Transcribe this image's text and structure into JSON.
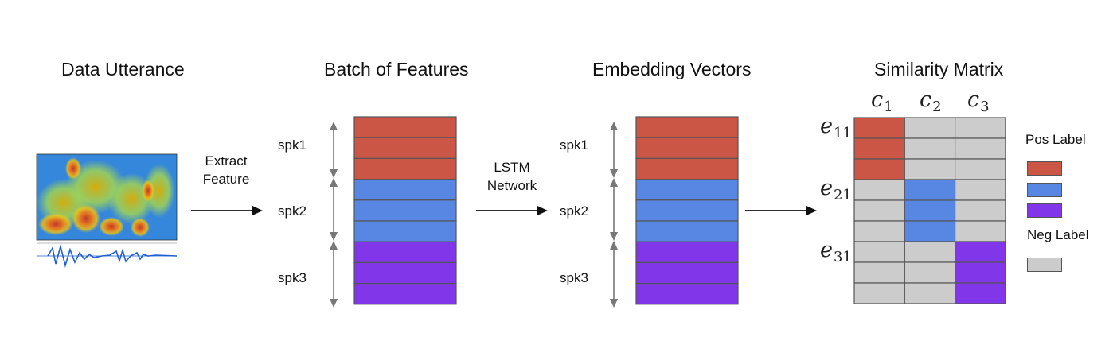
{
  "stages": {
    "utterance": "Data Utterance",
    "batch": "Batch of Features",
    "embedding": "Embedding Vectors",
    "similarity": "Similarity Matrix"
  },
  "steps": {
    "extract_line1": "Extract",
    "extract_line2": "Feature",
    "lstm_line1": "LSTM",
    "lstm_line2": "Network"
  },
  "speakers": [
    "spk1",
    "spk2",
    "spk3"
  ],
  "matrix": {
    "columns": [
      {
        "base": "c",
        "sub": "1"
      },
      {
        "base": "c",
        "sub": "2"
      },
      {
        "base": "c",
        "sub": "3"
      }
    ],
    "rows": [
      {
        "base": "e",
        "sub": "11"
      },
      {
        "base": "e",
        "sub": "21"
      },
      {
        "base": "e",
        "sub": "31"
      }
    ]
  },
  "legend": {
    "pos_label": "Pos Label",
    "neg_label": "Neg Label"
  },
  "colors": {
    "red": "#cb5645",
    "blue": "#5787e3",
    "purple": "#8236ea",
    "gray": "#cccccc",
    "border": "#555555"
  }
}
